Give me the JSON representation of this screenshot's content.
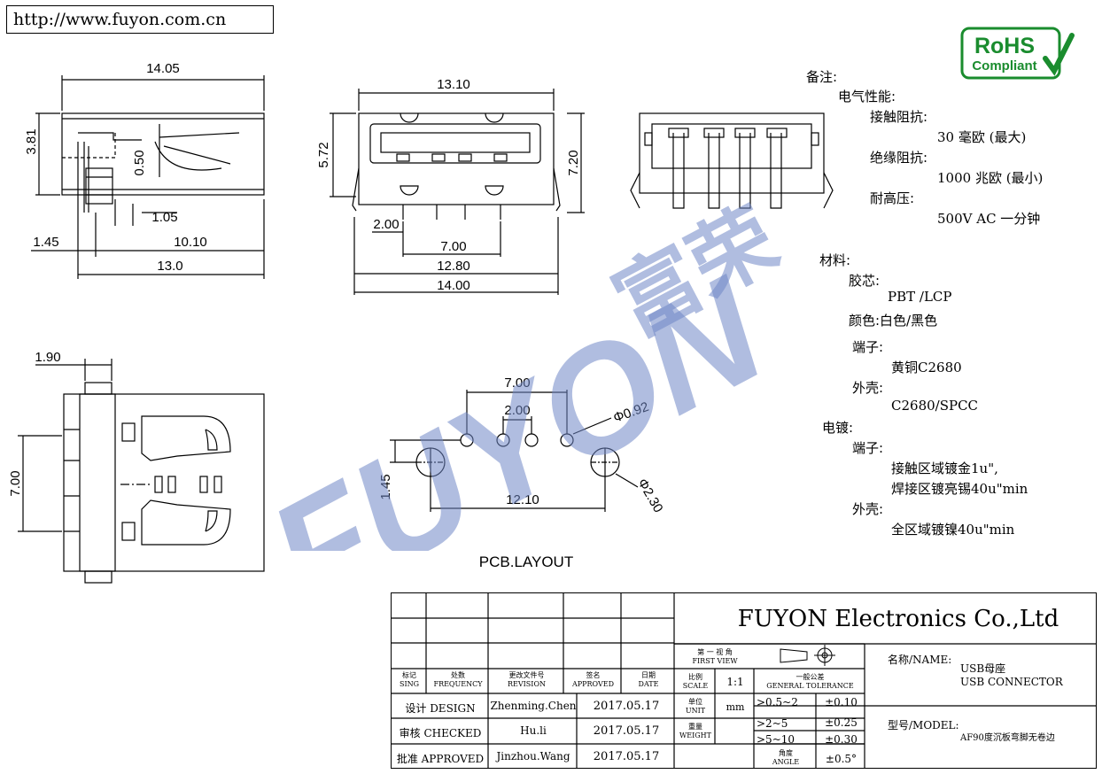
{
  "url": "http://www.fuyon.com.cn",
  "rohs": {
    "line1": "RoHS",
    "line2": "Compliant"
  },
  "watermark": {
    "latin": "FUYON",
    "cjk": "富荣"
  },
  "dims": {
    "side": {
      "w1": "14.05",
      "h1": "3.81",
      "t1": "0.50",
      "t2": "1.05",
      "a": "1.45",
      "b": "10.10",
      "c": "13.0"
    },
    "front": {
      "w": "13.10",
      "h1": "5.72",
      "h2": "7.20",
      "p1": "2.00",
      "p2": "7.00",
      "p3": "12.80",
      "p4": "14.00"
    },
    "top": {
      "a": "1.90",
      "b": "7.00"
    },
    "pcb": {
      "a": "7.00",
      "b": "2.00",
      "c": "Φ0.92",
      "d": "1.45",
      "e": "12.10",
      "f": "Φ2.30"
    }
  },
  "pcb_label": "PCB.LAYOUT",
  "notes": {
    "title": "备注:",
    "electrical": "电气性能:",
    "contact_res": "接触阻抗:",
    "contact_res_val": "30 毫欧 (最大)",
    "insulation": "绝缘阻抗:",
    "insulation_val": "1000 兆欧 (最小)",
    "voltage": "耐高压:",
    "voltage_val": "500V AC 一分钟",
    "material": "材料:",
    "housing": "胶芯:",
    "housing_val": "PBT /LCP",
    "color": "颜色:白色/黑色",
    "terminal": "端子:",
    "terminal_val": "黄铜C2680",
    "shell": "外壳:",
    "shell_val": "C2680/SPCC",
    "plating": "电镀:",
    "p_terminal": "端子:",
    "p_terminal_val1": "接触区域镀金1u\",",
    "p_terminal_val2": "焊接区镀亮锡40u\"min",
    "p_shell": "外壳:",
    "p_shell_val": "全区域镀镍40u\"min"
  },
  "title_block": {
    "company": "FUYON Electronics Co.,Ltd",
    "hdr_mark": [
      "标记",
      "SING"
    ],
    "hdr_freq": [
      "处数",
      "FREQUENCY"
    ],
    "hdr_rev": [
      "更改文件号",
      "REVISION"
    ],
    "hdr_appr": [
      "签名",
      "APPROVED"
    ],
    "hdr_date": [
      "日期",
      "DATE"
    ],
    "design_label": "设计 DESIGN",
    "design_name": "Zhenming.Chen",
    "design_date": "2017.05.17",
    "checked_label": "审核 CHECKED",
    "checked_name": "Hu.li",
    "checked_date": "2017.05.17",
    "approved_label": "批准 APPROVED",
    "approved_name": "Jinzhou.Wang",
    "approved_date": "2017.05.17",
    "first_view": [
      "第 一 视 角",
      "FIRST VIEW"
    ],
    "scale_label": [
      "比例",
      "SCALE"
    ],
    "scale_val": "1:1",
    "gen_tol": [
      "一般公差",
      "GENERAL TOLERANCE"
    ],
    "unit_label": [
      "单位",
      "UNIT"
    ],
    "unit_val": "mm",
    "weight_label": [
      "重量",
      "WEIGHT"
    ],
    "angle_label": [
      "角度",
      "ANGLE"
    ],
    "tol_rows": [
      {
        "range": ">0.5~2",
        "tol": "±0.10"
      },
      {
        "range": ">2~5",
        "tol": "±0.25"
      },
      {
        "range": ">5~10",
        "tol": "±0.30"
      },
      {
        "range": "",
        "tol": "±0.5°"
      }
    ],
    "name_label": "名称/NAME:",
    "name_val1": "USB母座",
    "name_val2": "USB CONNECTOR",
    "model_label": "型号/MODEL:",
    "model_val": "AF90度沉板弯脚无卷边"
  }
}
